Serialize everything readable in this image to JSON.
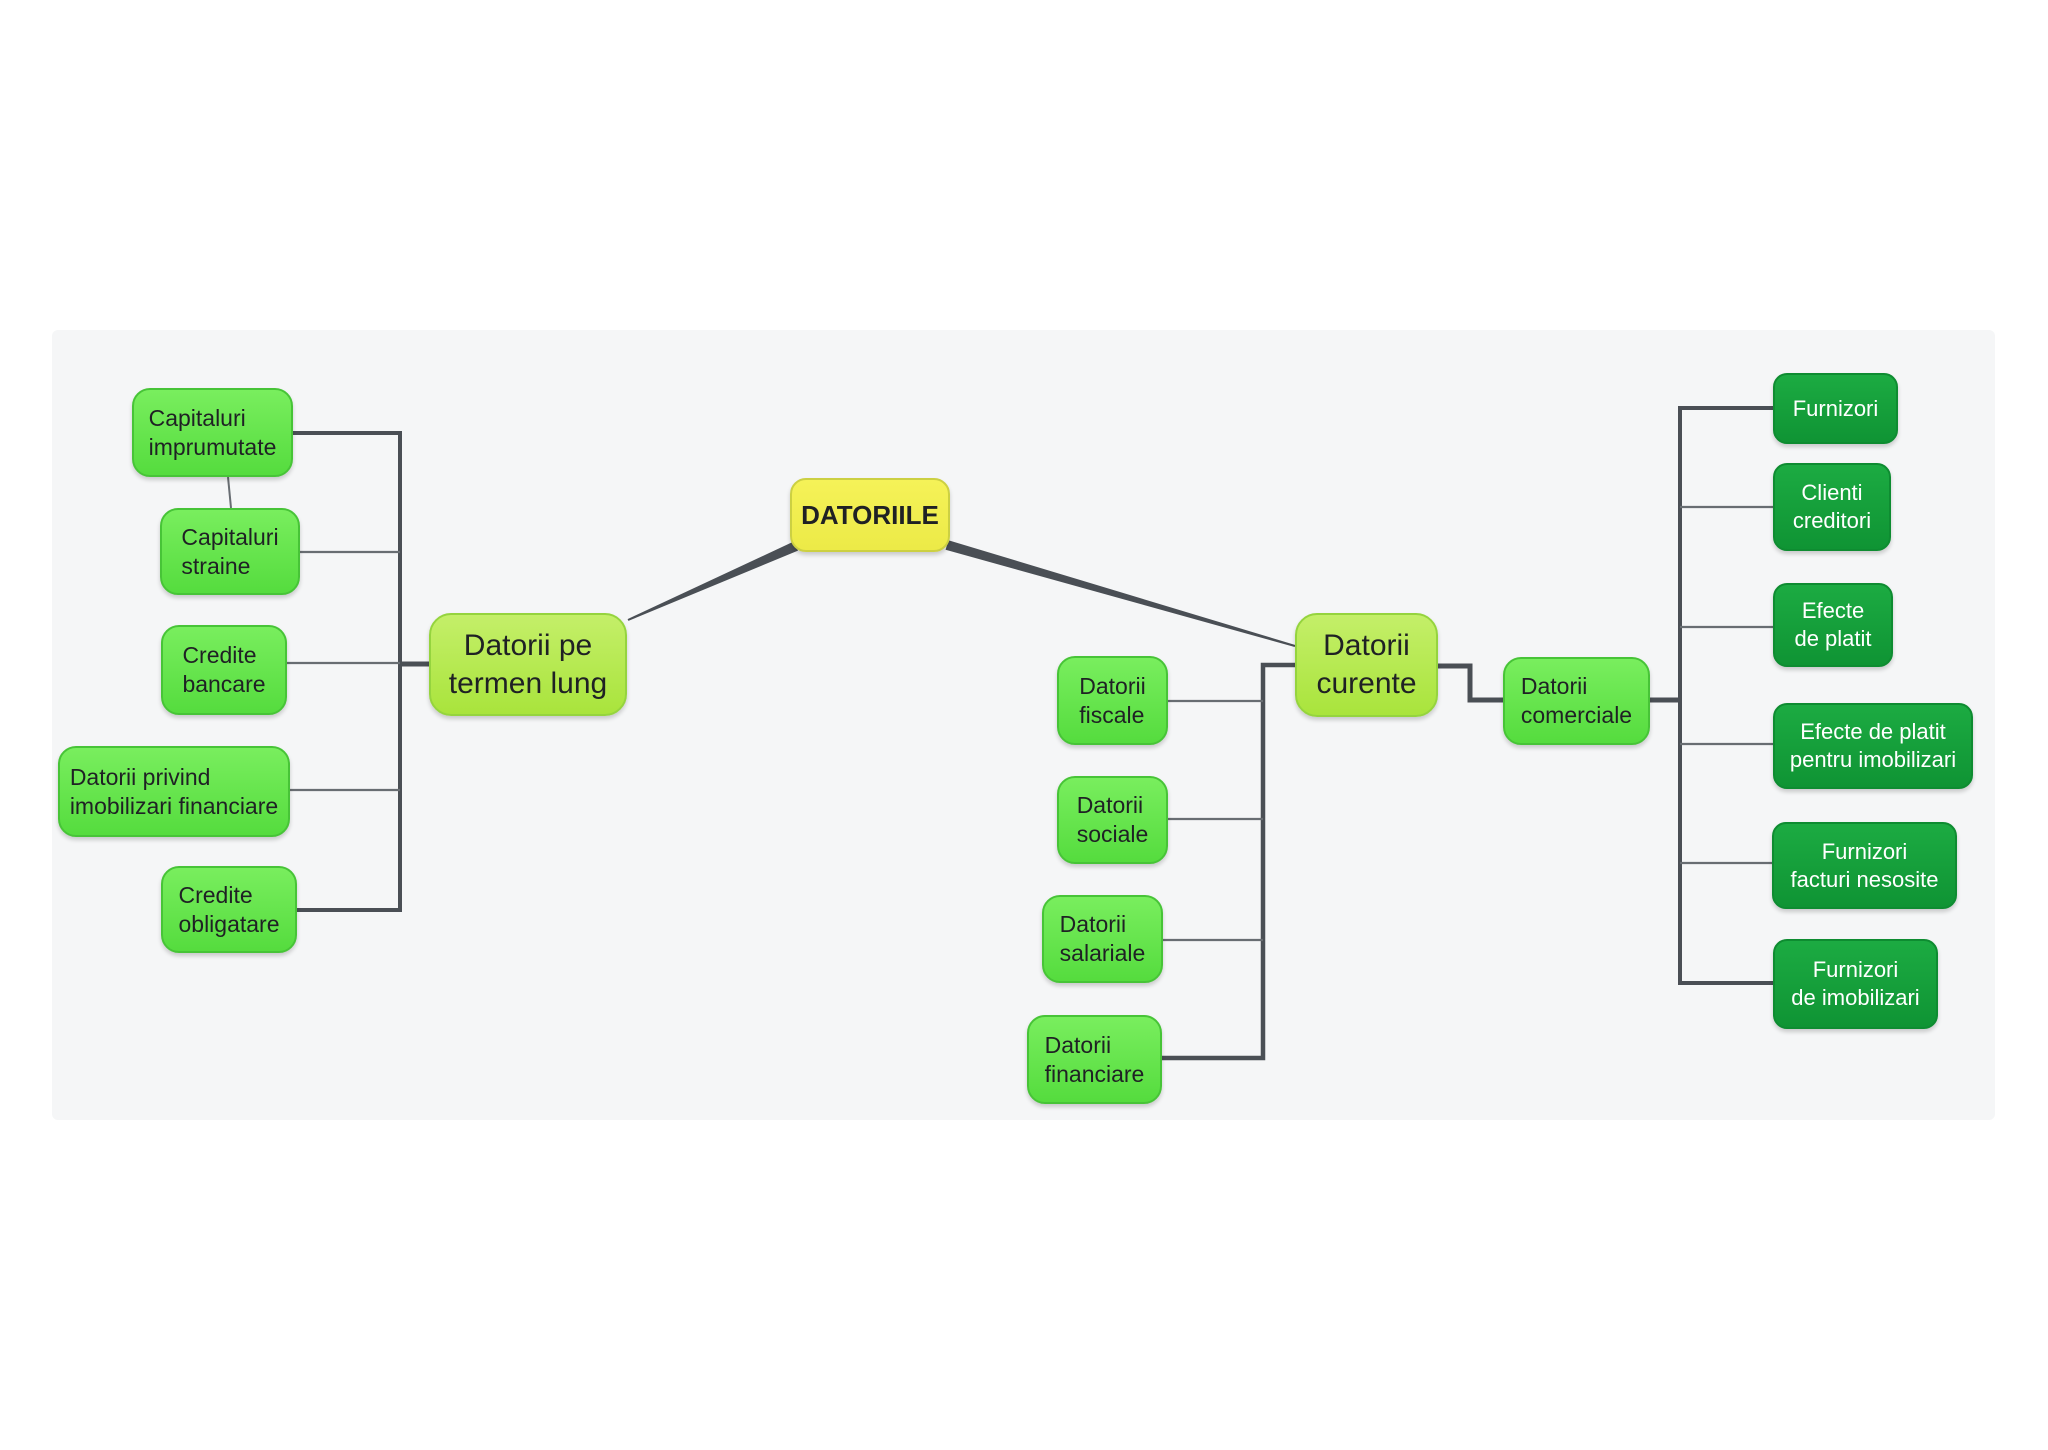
{
  "diagram": {
    "type": "mind-map",
    "topic": "Structure of debts (Romanian accounting)"
  },
  "nodes": {
    "root": {
      "label": "DATORIILE"
    },
    "long_term": {
      "label": "Datorii pe\ntermen lung"
    },
    "cap_imprumutate": {
      "label": "Capitaluri\nimprumutate"
    },
    "cap_straine": {
      "label": "Capitaluri\nstraine"
    },
    "credite_bancare": {
      "label": "Credite\nbancare"
    },
    "datorii_imobilizari_fin": {
      "label": "Datorii privind\nimobilizari financiare"
    },
    "credite_obligatare": {
      "label": "Credite\nobligatare"
    },
    "curente": {
      "label": "Datorii\ncurente"
    },
    "fiscale": {
      "label": "Datorii\nfiscale"
    },
    "sociale": {
      "label": "Datorii\nsociale"
    },
    "salariale": {
      "label": "Datorii\nsalariale"
    },
    "financiare": {
      "label": "Datorii\nfinanciare"
    },
    "comerciale": {
      "label": "Datorii\ncomerciale"
    },
    "furnizori": {
      "label": "Furnizori"
    },
    "clienti_creditori": {
      "label": "Clienti\ncreditori"
    },
    "efecte_de_platit": {
      "label": "Efecte\nde platit"
    },
    "efecte_platit_imobilizari": {
      "label": "Efecte de platit\npentru imobilizari"
    },
    "furnizori_facturi_nesosite": {
      "label": "Furnizori\nfacturi nesosite"
    },
    "furnizori_de_imobilizari": {
      "label": "Furnizori\nde imobilizari"
    }
  },
  "colors": {
    "root_yellow": "#f0ee50",
    "branch_lime": "#b2e84f",
    "leaf_green": "#63e24b",
    "leaf_dark_green": "#14a33c",
    "trunk_line": "#4a4f55",
    "thin_line": "#686d72",
    "panel_bg": "#f5f6f7",
    "dark_text": "#1f2124",
    "light_text": "#ffffff"
  }
}
